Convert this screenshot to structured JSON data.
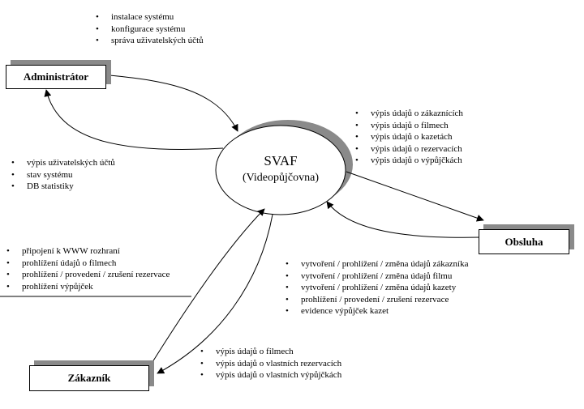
{
  "system": {
    "name": "SVAF",
    "subtitle": "(Videopůjčovna)"
  },
  "actors": {
    "administrator": "Administrátor",
    "obsluha": "Obsluha",
    "zakaznik": "Zákazník"
  },
  "lists": {
    "admin_to_system": [
      "instalace systému",
      "konfigurace systému",
      "správa uživatelských účtů"
    ],
    "system_to_admin": [
      "výpis uživatelských účtů",
      "stav systému",
      "DB statistiky"
    ],
    "system_to_obsluha": [
      "výpis údajů o zákaznících",
      "výpis údajů o filmech",
      "výpis údajů o kazetách",
      "výpis údajů o rezervacích",
      "výpis údajů o výpůjčkách"
    ],
    "obsluha_to_system": [
      "vytvoření / prohlížení / změna údajů zákazníka",
      "vytvoření / prohlížení / změna údajů filmu",
      "vytvoření / prohlížení / změna údajů kazety",
      "prohlížení / provedení / zrušení rezervace",
      "evidence výpůjček kazet"
    ],
    "zakaznik_to_system": [
      "připojení k WWW rozhraní",
      "prohlížení údajů o filmech",
      "prohlížení / provedení / zrušení rezervace",
      "prohlížení výpůjček"
    ],
    "system_to_zakaznik": [
      "výpis údajů o filmech",
      "výpis údajů o vlastních rezervacích",
      "výpis údajů o vlastních výpůjčkách"
    ]
  }
}
